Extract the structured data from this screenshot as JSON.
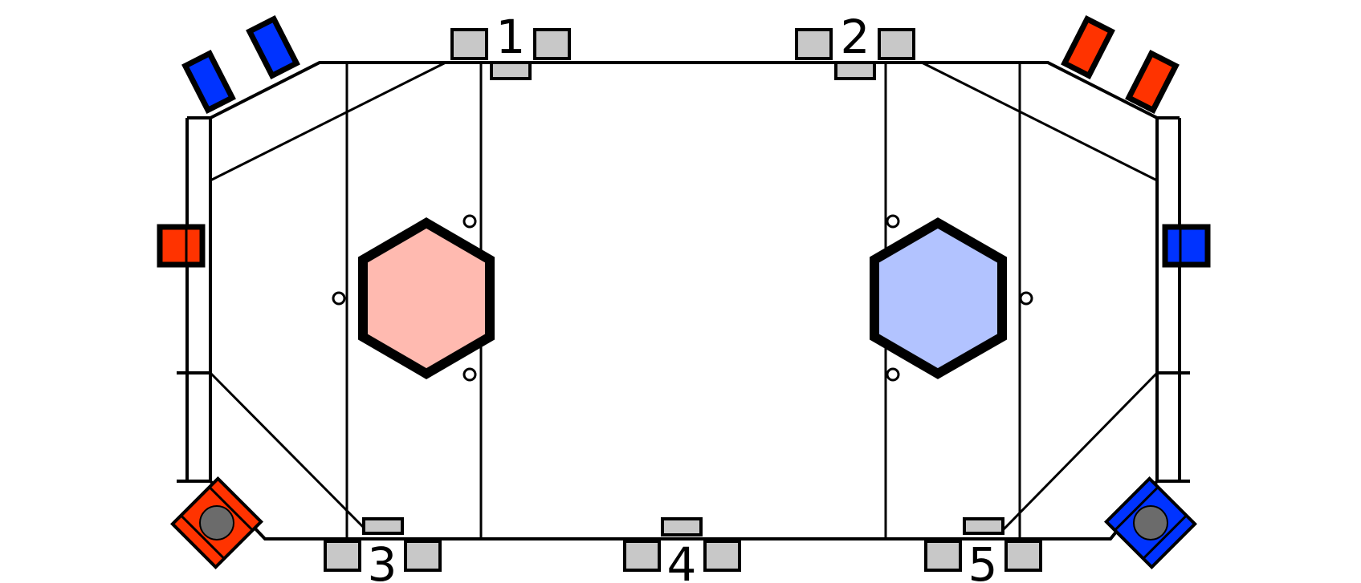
{
  "colors": {
    "line": "#000000",
    "red": "#ff3300",
    "blue": "#0033ff",
    "gray": "#c8c8c8",
    "hex_red": "#ffbab0",
    "hex_blue": "#b2c3ff",
    "robot_base": "#6b6b6b"
  },
  "stations": [
    {
      "label": "1"
    },
    {
      "label": "2"
    },
    {
      "label": "3"
    },
    {
      "label": "4"
    },
    {
      "label": "5"
    }
  ]
}
